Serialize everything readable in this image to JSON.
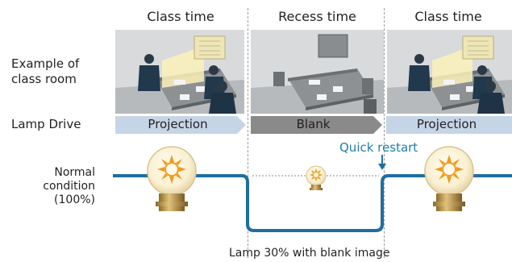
{
  "columns": [
    {
      "title": "Class time",
      "drive": "Projection",
      "drive_style": "light"
    },
    {
      "title": "Recess time",
      "drive": "Blank",
      "drive_style": "dark"
    },
    {
      "title": "Class time",
      "drive": "Projection",
      "drive_style": "light"
    }
  ],
  "row_labels": {
    "classroom": "Example of class room",
    "classroom_line1": "Example of",
    "classroom_line2": "class room",
    "lamp_drive": "Lamp Drive"
  },
  "normal_condition": {
    "line1": "Normal",
    "line2": "condition",
    "line3": "(100%)"
  },
  "annotations": {
    "quick_restart": "Quick restart",
    "bottom_note": "Lamp 30% with blank image"
  },
  "colors": {
    "line": "#1f6ea0",
    "projection_arrow": "#c6d5e6",
    "blank_arrow": "#8a8a8a",
    "callout_text": "#1f7ea6",
    "sun": "#f39a1c",
    "bulb_base": "#b48a3c"
  },
  "icons": [
    "lamp-bulb-icon",
    "sun-icon",
    "arrow-down-icon",
    "projector-screen-icon"
  ]
}
